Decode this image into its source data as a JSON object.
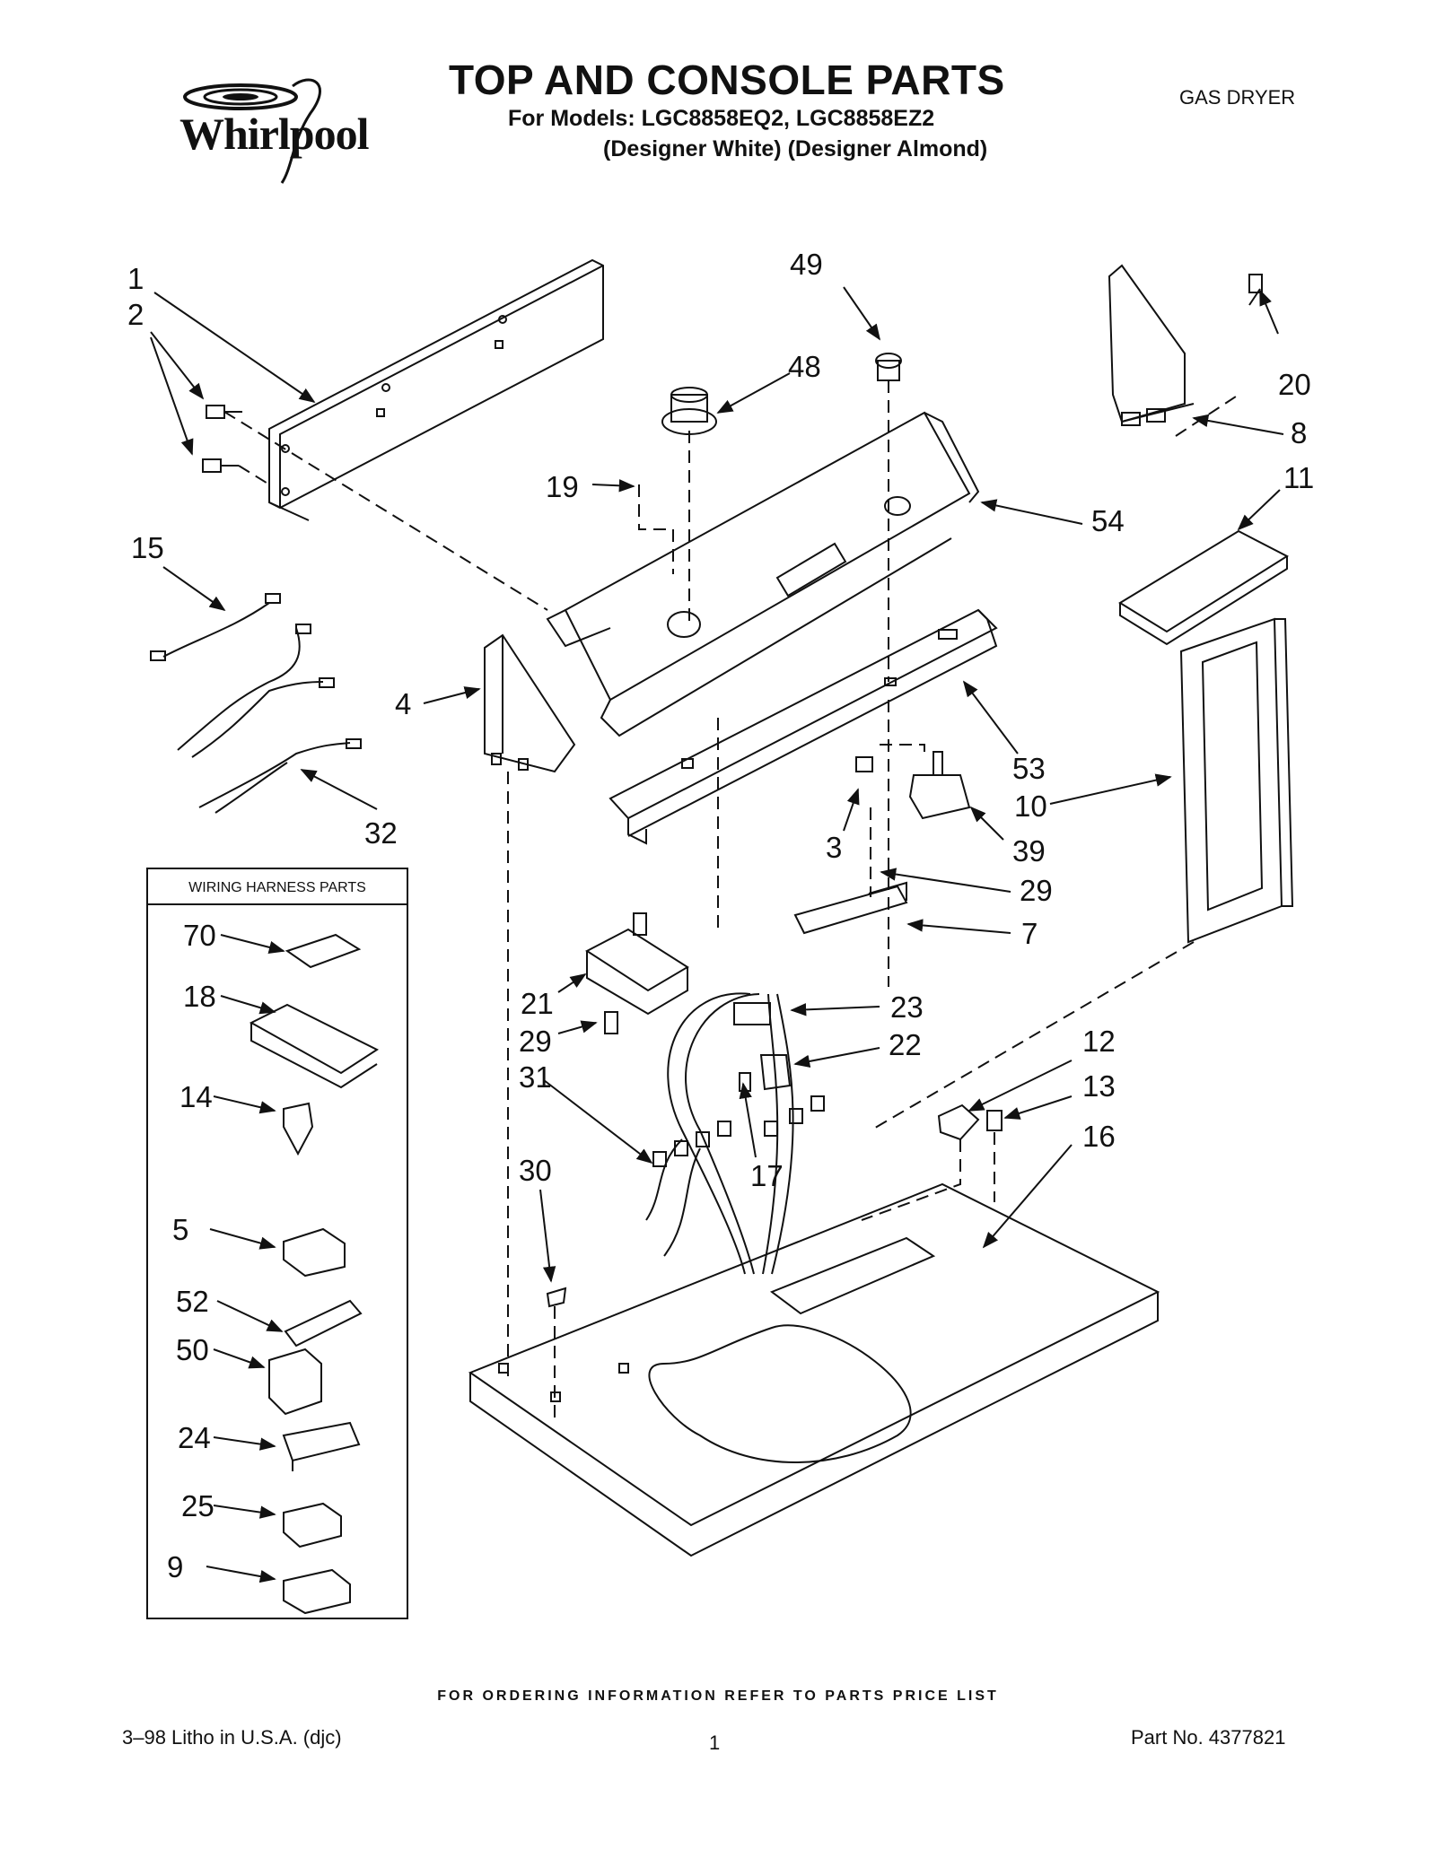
{
  "header": {
    "brand": "Whirlpool",
    "title": "TOP AND CONSOLE PARTS",
    "models": "For Models: LGC8858EQ2, LGC8858EZ2",
    "variants": "(Designer White) (Designer Almond)",
    "doc_type": "GAS DRYER"
  },
  "callouts": {
    "c1": "1",
    "c2": "2",
    "c49": "49",
    "c20": "20",
    "c48": "48",
    "c8": "8",
    "c19": "19",
    "c11": "11",
    "c54": "54",
    "c15": "15",
    "c4": "4",
    "c53": "53",
    "c10": "10",
    "c3": "3",
    "c39": "39",
    "c32": "32",
    "c29a": "29",
    "c7": "7",
    "c21": "21",
    "c23": "23",
    "c29b": "29",
    "c22": "22",
    "c12": "12",
    "c31": "31",
    "c13": "13",
    "c16": "16",
    "c17": "17",
    "c30": "30"
  },
  "harness_box": {
    "title": "WIRING HARNESS PARTS",
    "items": [
      "70",
      "18",
      "14",
      "5",
      "52",
      "50",
      "24",
      "25",
      "9"
    ]
  },
  "footer": {
    "ordering_note": "FOR ORDERING INFORMATION REFER TO PARTS PRICE LIST",
    "litho": "3–98 Litho in U.S.A. (djc)",
    "page_number": "1",
    "part_number": "Part No. 4377821"
  }
}
